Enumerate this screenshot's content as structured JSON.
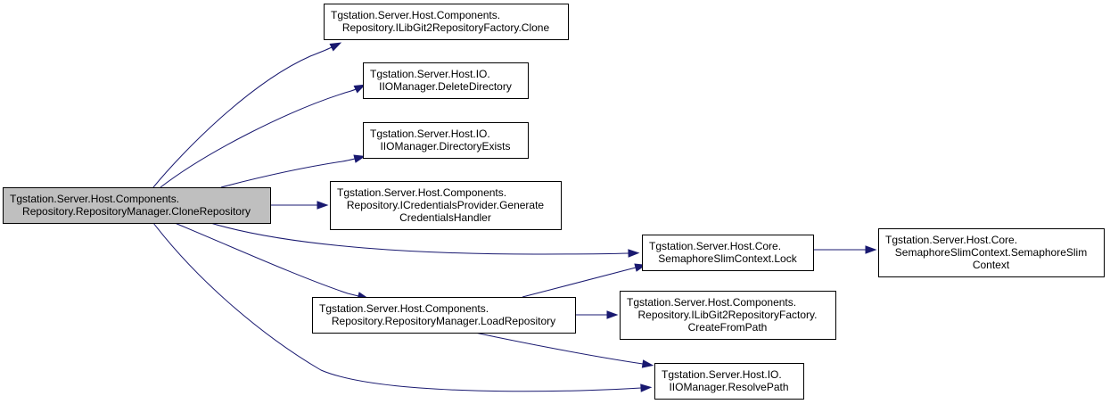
{
  "diagram": {
    "nodes": [
      {
        "id": "clone_repository",
        "lines": [
          "Tgstation.Server.Host.Components.",
          "Repository.RepositoryManager.CloneRepository"
        ],
        "root": true
      },
      {
        "id": "libgit2_clone",
        "lines": [
          "Tgstation.Server.Host.Components.",
          "Repository.ILibGit2RepositoryFactory.Clone"
        ]
      },
      {
        "id": "delete_directory",
        "lines": [
          "Tgstation.Server.Host.IO.",
          "IIOManager.DeleteDirectory"
        ]
      },
      {
        "id": "directory_exists",
        "lines": [
          "Tgstation.Server.Host.IO.",
          "IIOManager.DirectoryExists"
        ]
      },
      {
        "id": "generate_credentials_handler",
        "lines": [
          "Tgstation.Server.Host.Components.",
          "Repository.ICredentialsProvider.Generate",
          "CredentialsHandler"
        ]
      },
      {
        "id": "semaphore_lock",
        "lines": [
          "Tgstation.Server.Host.Core.",
          "SemaphoreSlimContext.Lock"
        ]
      },
      {
        "id": "semaphore_ctor",
        "lines": [
          "Tgstation.Server.Host.Core.",
          "SemaphoreSlimContext.SemaphoreSlim",
          "Context"
        ]
      },
      {
        "id": "load_repository",
        "lines": [
          "Tgstation.Server.Host.Components.",
          "Repository.RepositoryManager.LoadRepository"
        ]
      },
      {
        "id": "create_from_path",
        "lines": [
          "Tgstation.Server.Host.Components.",
          "Repository.ILibGit2RepositoryFactory.",
          "CreateFromPath"
        ]
      },
      {
        "id": "resolve_path",
        "lines": [
          "Tgstation.Server.Host.IO.",
          "IIOManager.ResolvePath"
        ]
      }
    ],
    "edges": [
      {
        "from": "clone_repository",
        "to": "libgit2_clone"
      },
      {
        "from": "clone_repository",
        "to": "delete_directory"
      },
      {
        "from": "clone_repository",
        "to": "directory_exists"
      },
      {
        "from": "clone_repository",
        "to": "generate_credentials_handler"
      },
      {
        "from": "clone_repository",
        "to": "semaphore_lock"
      },
      {
        "from": "clone_repository",
        "to": "load_repository"
      },
      {
        "from": "clone_repository",
        "to": "resolve_path"
      },
      {
        "from": "semaphore_lock",
        "to": "semaphore_ctor"
      },
      {
        "from": "load_repository",
        "to": "semaphore_lock"
      },
      {
        "from": "load_repository",
        "to": "create_from_path"
      },
      {
        "from": "load_repository",
        "to": "resolve_path"
      }
    ],
    "colors": {
      "edge": "#191970",
      "root_fill": "#bfbfbf",
      "node_fill": "#ffffff",
      "border": "#000000"
    }
  }
}
